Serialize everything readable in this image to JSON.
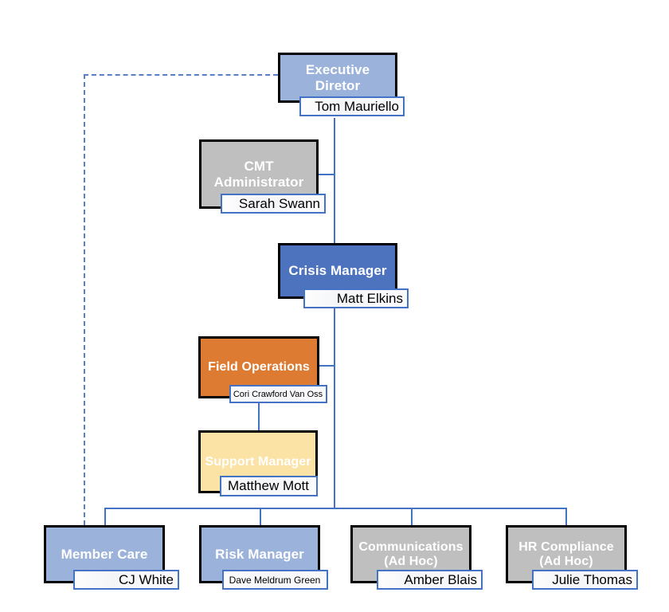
{
  "chart_data": {
    "type": "diagram",
    "title": "Crisis Management Team Organizational Chart",
    "diagram_kind": "org-chart",
    "colors": {
      "light_blue": "#9BB2DB",
      "gray": "#BFBFBF",
      "deep_blue": "#4E73BE",
      "orange": "#DE7B32",
      "light_yellow": "#FBE2A5",
      "connector_blue": "#4472C4",
      "dashed_blue": "#5B7FC7",
      "box_border": "#000000",
      "box_title_text": "#FFFFFF",
      "plate_text": "#000000"
    },
    "nodes": [
      {
        "id": "executive-director",
        "title": "Executive Diretor",
        "person": "Tom Mauriello",
        "fill": "#9BB2DB",
        "title_size": 17,
        "person_size": 17,
        "level": 0
      },
      {
        "id": "cmt-administrator",
        "title": "CMT Administrator",
        "person": "Sarah Swann",
        "fill": "#BFBFBF",
        "title_size": 17,
        "person_size": 17,
        "level": 1
      },
      {
        "id": "crisis-manager",
        "title": "Crisis Manager",
        "person": "Matt Elkins",
        "fill": "#4E73BE",
        "title_size": 17,
        "person_size": 17,
        "level": 2
      },
      {
        "id": "field-operations",
        "title": "Field Operations",
        "person": "Cori Crawford Van Oss",
        "fill": "#DE7B32",
        "title_size": 16,
        "person_size": 11,
        "level": 3
      },
      {
        "id": "support-manager",
        "title": "Support Manager",
        "person": "Matthew Mott",
        "fill": "#FBE2A5",
        "title_size": 16,
        "person_size": 17,
        "level": 4
      },
      {
        "id": "member-care",
        "title": "Member Care",
        "person": "CJ White",
        "fill": "#9BB2DB",
        "title_size": 17,
        "person_size": 17,
        "level": 5
      },
      {
        "id": "risk-manager",
        "title": "Risk Manager",
        "person": "Dave Meldrum Green",
        "fill": "#9BB2DB",
        "title_size": 17,
        "person_size": 12,
        "level": 5
      },
      {
        "id": "communications",
        "title": "Communications (Ad Hoc)",
        "title_line1": "Communications",
        "title_line2": "(Ad Hoc)",
        "person": "Amber Blais",
        "fill": "#BFBFBF",
        "title_size": 16,
        "person_size": 17,
        "level": 5
      },
      {
        "id": "hr-compliance",
        "title": "HR Compliance (Ad Hoc)",
        "title_line1": "HR Compliance",
        "title_line2": "(Ad Hoc)",
        "person": "Julie Thomas",
        "fill": "#BFBFBF",
        "title_size": 16,
        "person_size": 17,
        "level": 5
      }
    ],
    "edges": [
      {
        "from": "executive-director",
        "to": "cmt-administrator",
        "style": "solid"
      },
      {
        "from": "executive-director",
        "to": "crisis-manager",
        "style": "solid"
      },
      {
        "from": "crisis-manager",
        "to": "field-operations",
        "style": "solid"
      },
      {
        "from": "field-operations",
        "to": "support-manager",
        "style": "solid"
      },
      {
        "from": "crisis-manager",
        "to": "member-care",
        "style": "solid"
      },
      {
        "from": "crisis-manager",
        "to": "risk-manager",
        "style": "solid"
      },
      {
        "from": "crisis-manager",
        "to": "communications",
        "style": "solid"
      },
      {
        "from": "crisis-manager",
        "to": "hr-compliance",
        "style": "solid"
      },
      {
        "from": "executive-director",
        "to": "member-care",
        "style": "dashed"
      }
    ]
  }
}
